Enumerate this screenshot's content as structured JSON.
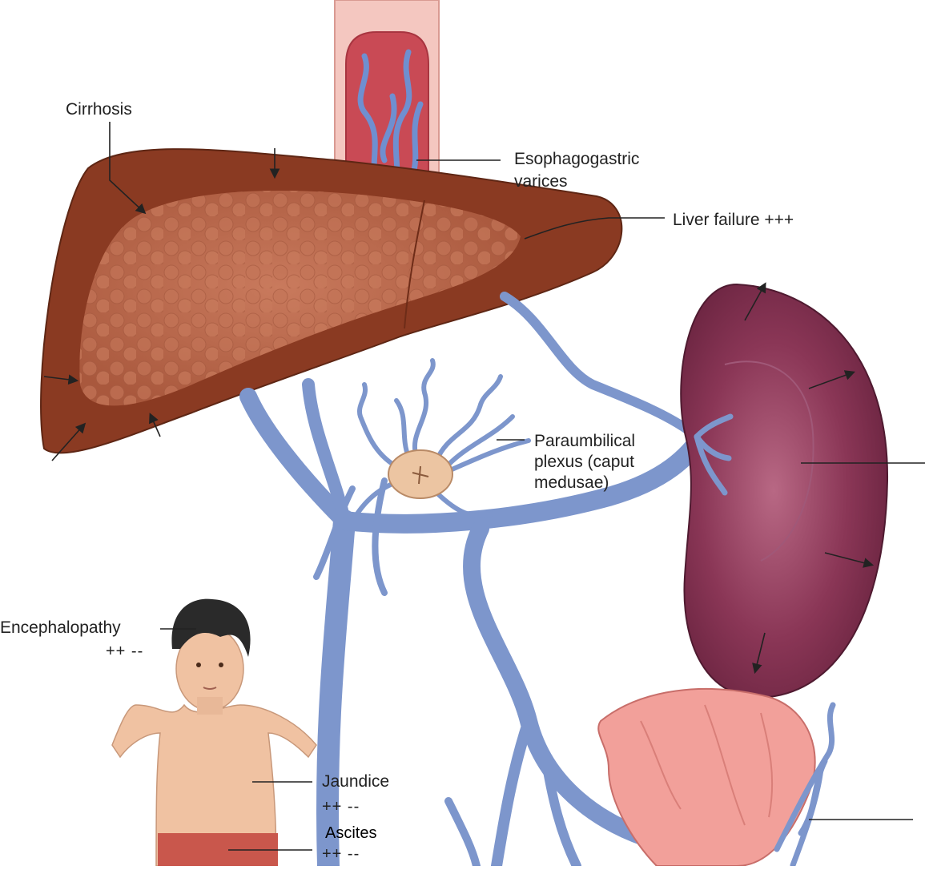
{
  "labels": {
    "cirrhosis": "Cirrhosis",
    "varices_line1": "Esophagogastric",
    "varices_line2": "varices",
    "liver_failure": "Liver failure +++",
    "plexus_line1": "Paraumbilical",
    "plexus_line2": "plexus (caput",
    "plexus_line3": "medusae)",
    "encephalopathy": "Encephalopathy",
    "encephalopathy_grade": "++ --",
    "jaundice": "Jaundice",
    "jaundice_grade": "++ --",
    "ascites": "Ascites",
    "ascites_grade": "++ --"
  },
  "colors": {
    "liver_outer": "#8a3a22",
    "liver_inner": "#b8654a",
    "vein": "#7d96cc",
    "spleen": "#7e2f4a",
    "skin": "#f0c2a2",
    "bowel": "#f2a09a",
    "esophagus": "#f4c7c0"
  }
}
